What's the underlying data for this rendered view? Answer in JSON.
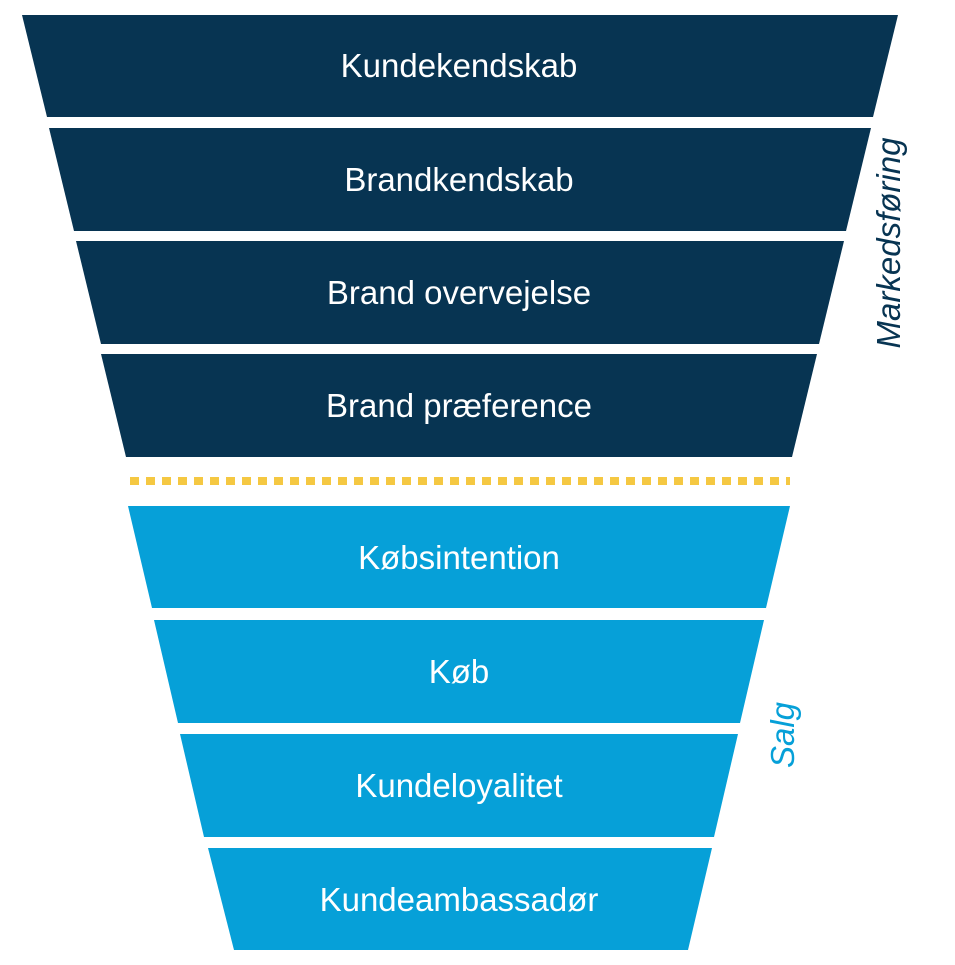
{
  "colors": {
    "marketing": "#073452",
    "sales": "#06A0D8",
    "divider": "#F5C842",
    "background": "#FFFFFF"
  },
  "funnel": {
    "marketing_stages": [
      "Kundekendskab",
      "Brandkendskab",
      "Brand overvejelse",
      "Brand præference"
    ],
    "sales_stages": [
      "Købsintention",
      "Køb",
      "Kundeloyalitet",
      "Kundeambassadør"
    ],
    "marketing_label": "Markedsføring",
    "sales_label": "Salg"
  }
}
